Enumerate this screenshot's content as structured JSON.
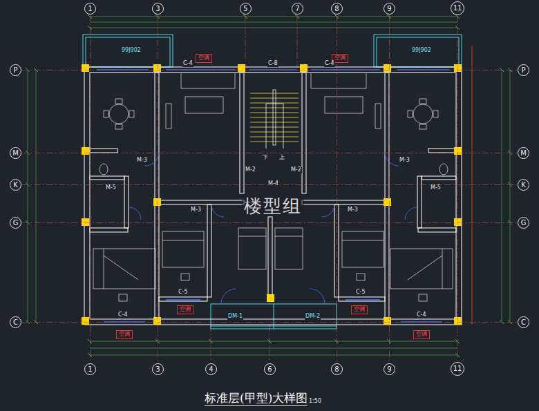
{
  "diagram": {
    "title": "标准层(甲型)大样图",
    "nodes": [
      {
        "text": [
          "1"
        ]
      },
      {
        "text": [
          "3"
        ]
      },
      {
        "text": [
          "5"
        ]
      },
      {
        "text": [
          "7"
        ]
      },
      {
        "text": [
          "8"
        ]
      },
      {
        "text": [
          "9"
        ]
      },
      {
        "text": [
          "11"
        ]
      },
      {
        "text": [
          "P"
        ]
      },
      {
        "text": [
          "M"
        ]
      },
      {
        "text": [
          "K"
        ]
      },
      {
        "text": [
          "G"
        ]
      },
      {
        "text": [
          "C"
        ]
      },
      {
        "text": [
          "P"
        ]
      },
      {
        "text": [
          "M"
        ]
      },
      {
        "text": [
          "K"
        ]
      },
      {
        "text": [
          "G"
        ]
      },
      {
        "text": [
          "C"
        ]
      },
      {
        "text": [
          "空调"
        ]
      },
      {
        "text": [
          "空调"
        ]
      },
      {
        "text": [
          "空调"
        ]
      },
      {
        "text": [
          "空调"
        ]
      },
      {
        "text": [
          "空调"
        ]
      },
      {
        "text": [
          "空调"
        ]
      },
      {
        "text": [
          "1"
        ]
      },
      {
        "text": [
          "3"
        ]
      },
      {
        "text": [
          "4"
        ]
      },
      {
        "text": [
          "6"
        ]
      },
      {
        "text": [
          "8"
        ]
      },
      {
        "text": [
          "9"
        ]
      },
      {
        "text": [
          "11"
        ]
      }
    ],
    "edges": [
      {
        "from": 0,
        "to": 23,
        "arrow": "none"
      },
      {
        "from": 1,
        "to": 24,
        "arrow": "none"
      },
      {
        "from": 4,
        "to": 27,
        "arrow": "none"
      },
      {
        "from": 5,
        "to": 28,
        "arrow": "none"
      },
      {
        "from": 6,
        "to": 29,
        "arrow": "none"
      },
      {
        "from": 7,
        "to": 12,
        "arrow": "none"
      },
      {
        "from": 8,
        "to": 13,
        "arrow": "none"
      },
      {
        "from": 9,
        "to": 14,
        "arrow": "none"
      },
      {
        "from": 10,
        "to": 15,
        "arrow": "none"
      },
      {
        "from": 11,
        "to": 16,
        "arrow": "none"
      }
    ],
    "labels": [
      "99J902",
      "99J902",
      "C-4",
      "C-8",
      "C-4",
      "M-3",
      "M-3",
      "M-2",
      "M-2",
      "M-4",
      "下",
      "上",
      "M-5",
      "M-5",
      "M-3",
      "M-3",
      "C-5",
      "C-5",
      "C-4",
      "C-4",
      "DM-1",
      "DM-2",
      "楼型组",
      "1:50"
    ]
  }
}
